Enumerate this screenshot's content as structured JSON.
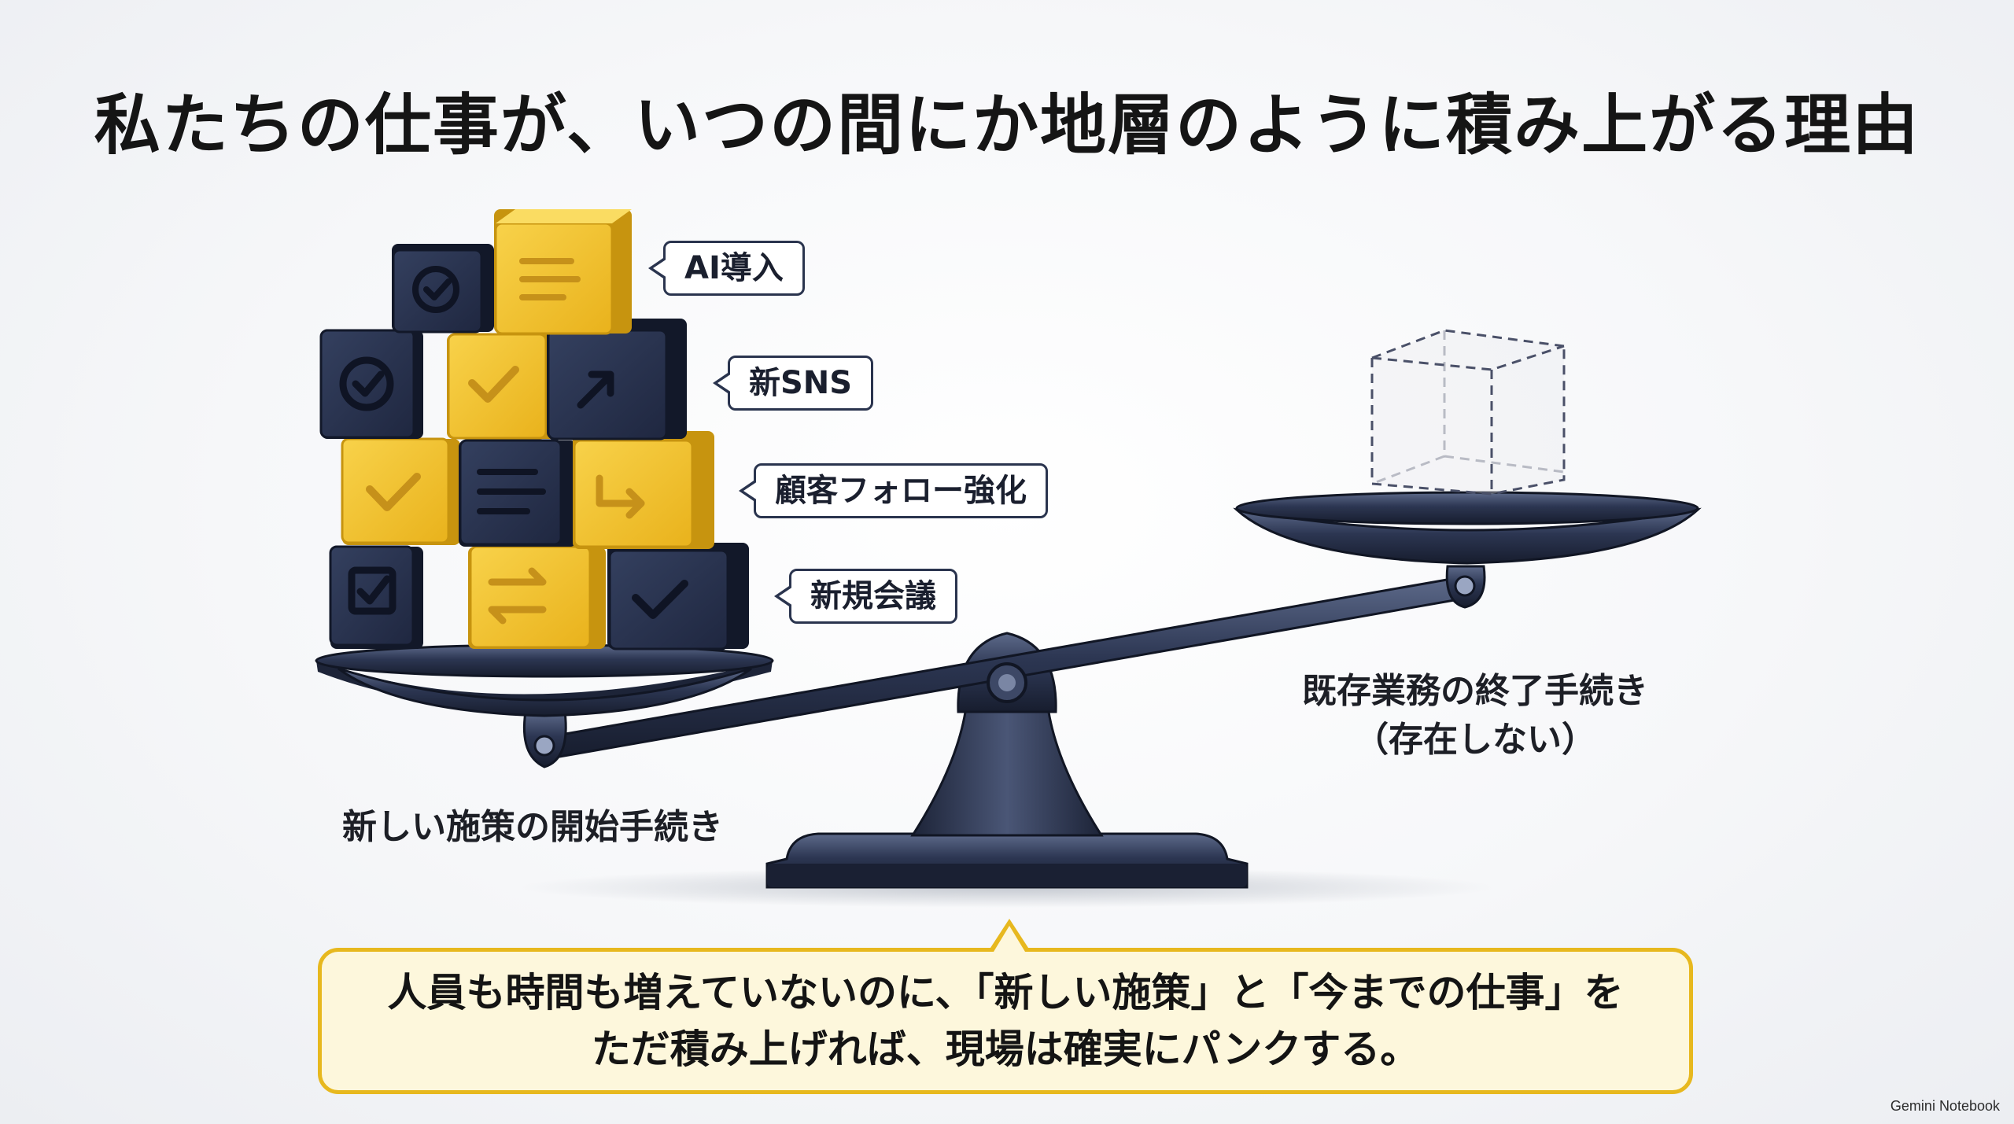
{
  "title": "私たちの仕事が、いつの間にか地層のように積み上がる理由",
  "stack_tags": [
    "AI導入",
    "新SNS",
    "顧客フォロー強化",
    "新規会議"
  ],
  "left_label": "新しい施策の開始手続き",
  "right_label": {
    "line1": "既存業務の終了手続き",
    "line2": "（存在しない）"
  },
  "callout": {
    "line1": "人員も時間も増えていないのに、「新しい施策」と「今までの仕事」を",
    "line2": "ただ積み上げれば、現場は確実にパンクする。"
  },
  "brand": "Gemini Notebook",
  "icons": {
    "blocks": [
      "check-circle-icon",
      "document-lines-icon",
      "check-circle-icon",
      "checkmark-icon",
      "trend-arrow-icon",
      "checkmark-icon",
      "text-lines-icon",
      "return-arrow-icon",
      "checkbox-icon",
      "swap-arrows-icon",
      "checkmark-icon"
    ],
    "right_pan": "empty-dashed-cube-icon"
  },
  "colors": {
    "navy": "#26304a",
    "gold": "#f2c230",
    "callout_border": "#e7b81e",
    "callout_bg": "#fdf7dc"
  }
}
